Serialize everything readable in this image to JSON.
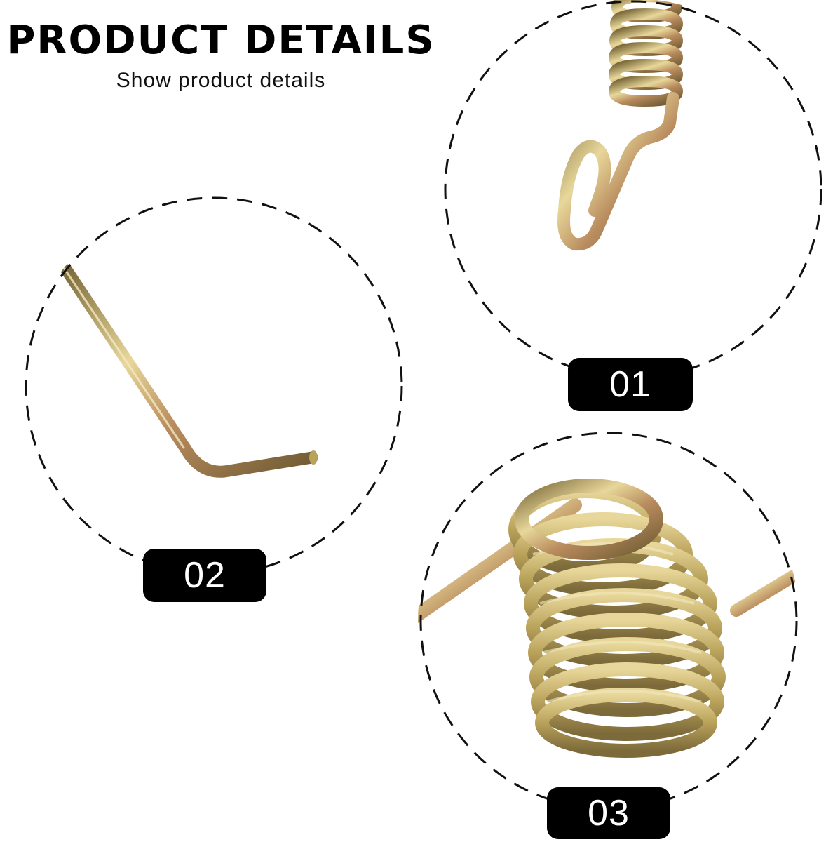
{
  "header": {
    "title": "PRODUCT DETAILS",
    "subtitle": "Show product details"
  },
  "details": [
    {
      "label": "01",
      "part": "spring-hook-end"
    },
    {
      "label": "02",
      "part": "bent-rod-end"
    },
    {
      "label": "03",
      "part": "coil-spring"
    }
  ],
  "colors": {
    "text": "#000000",
    "badge_bg": "#000000",
    "badge_text": "#ffffff",
    "metal_light": "#e8d79a",
    "metal_mid": "#b9a25a",
    "metal_dark": "#7c6a3a",
    "metal_copper": "#b98c5e"
  }
}
